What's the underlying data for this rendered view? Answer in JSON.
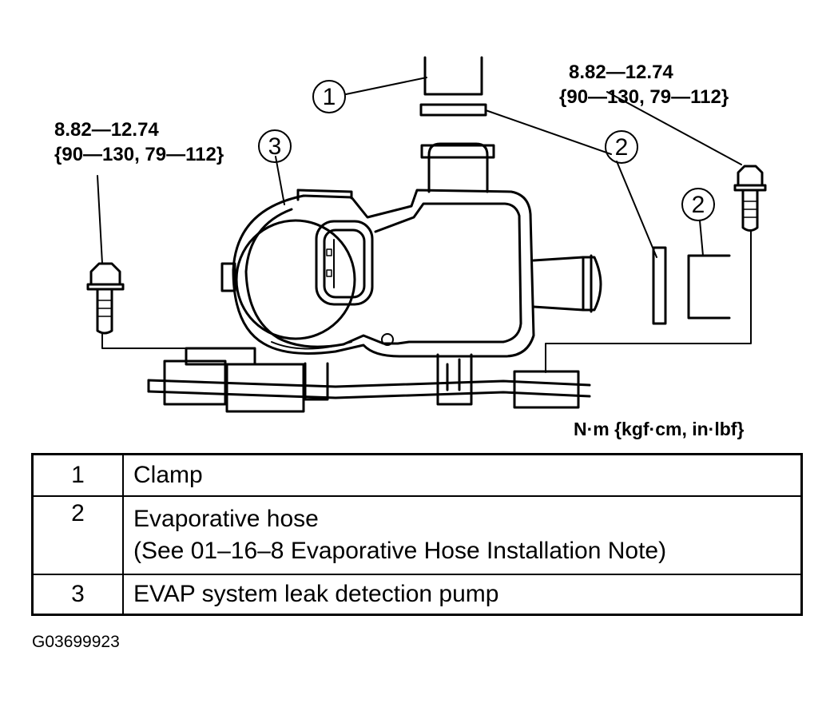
{
  "torque_left": {
    "line1": "8.82—12.74",
    "line2": "{90—130, 79—112}"
  },
  "torque_right": {
    "line1": "8.82—12.74",
    "line2": "{90—130, 79—112}"
  },
  "units": "N·m {kgf·cm, in·lbf}",
  "callouts": [
    "1",
    "2",
    "3",
    "2"
  ],
  "legend": [
    {
      "num": "1",
      "line1": "Clamp",
      "line2": ""
    },
    {
      "num": "2",
      "line1": "Evaporative hose",
      "line2": "(See 01–16–8 Evaporative Hose Installation Note)"
    },
    {
      "num": "3",
      "line1": "EVAP system leak detection pump",
      "line2": ""
    }
  ],
  "figure_id": "G03699923"
}
